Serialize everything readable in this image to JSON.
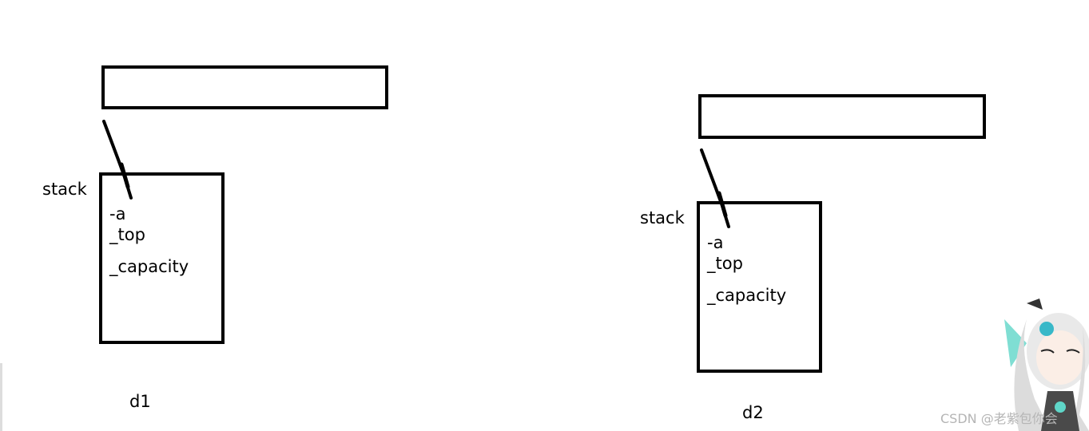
{
  "diagram": {
    "objects": [
      {
        "stack_label": "stack",
        "object_label": "d1",
        "members": [
          "-a",
          "_top",
          "_capacity"
        ]
      },
      {
        "stack_label": "stack",
        "object_label": "d2",
        "members": [
          "-a",
          "_top",
          "_capacity"
        ]
      }
    ]
  },
  "watermark": {
    "text": "CSDN @老紫包你会"
  },
  "colors": {
    "stroke": "#000000",
    "background": "#ffffff",
    "watermark": "#b5b5b5"
  }
}
